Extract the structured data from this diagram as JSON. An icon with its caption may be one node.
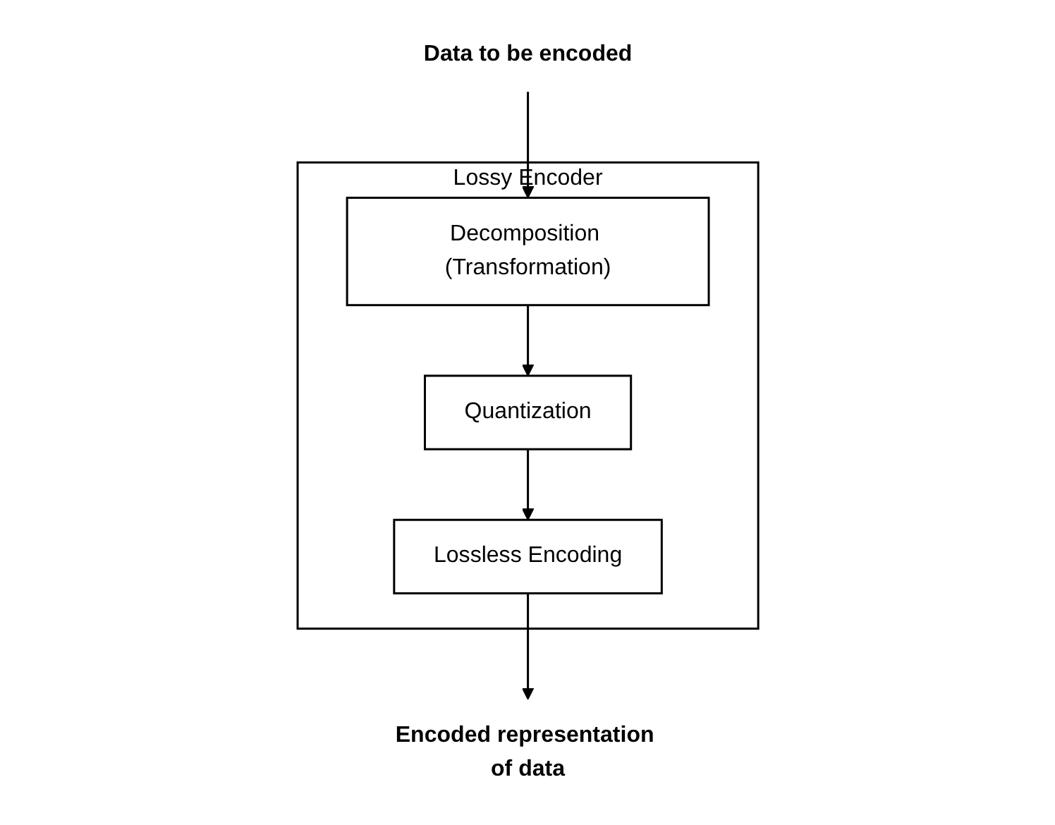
{
  "diagram": {
    "nodes": [
      {
        "text": [
          "Lossy Encoder"
        ]
      },
      {
        "text": [
          "Decomposition (Transformation)"
        ],
        "in": 0
      },
      {
        "text": [
          "Quantization"
        ],
        "in": 0
      },
      {
        "text": [
          "Lossless Encoding"
        ],
        "in": 0
      },
      {
        "text": [
          "Data to be encoded"
        ]
      },
      {
        "text": [
          "Encoded representation of data"
        ]
      }
    ],
    "edges": [
      {
        "from": 4,
        "to": 1,
        "arrow": "to"
      },
      {
        "from": 1,
        "to": 2,
        "arrow": "to"
      },
      {
        "from": 2,
        "to": 3,
        "arrow": "to"
      },
      {
        "from": 3,
        "to": 5,
        "arrow": "to"
      }
    ]
  }
}
